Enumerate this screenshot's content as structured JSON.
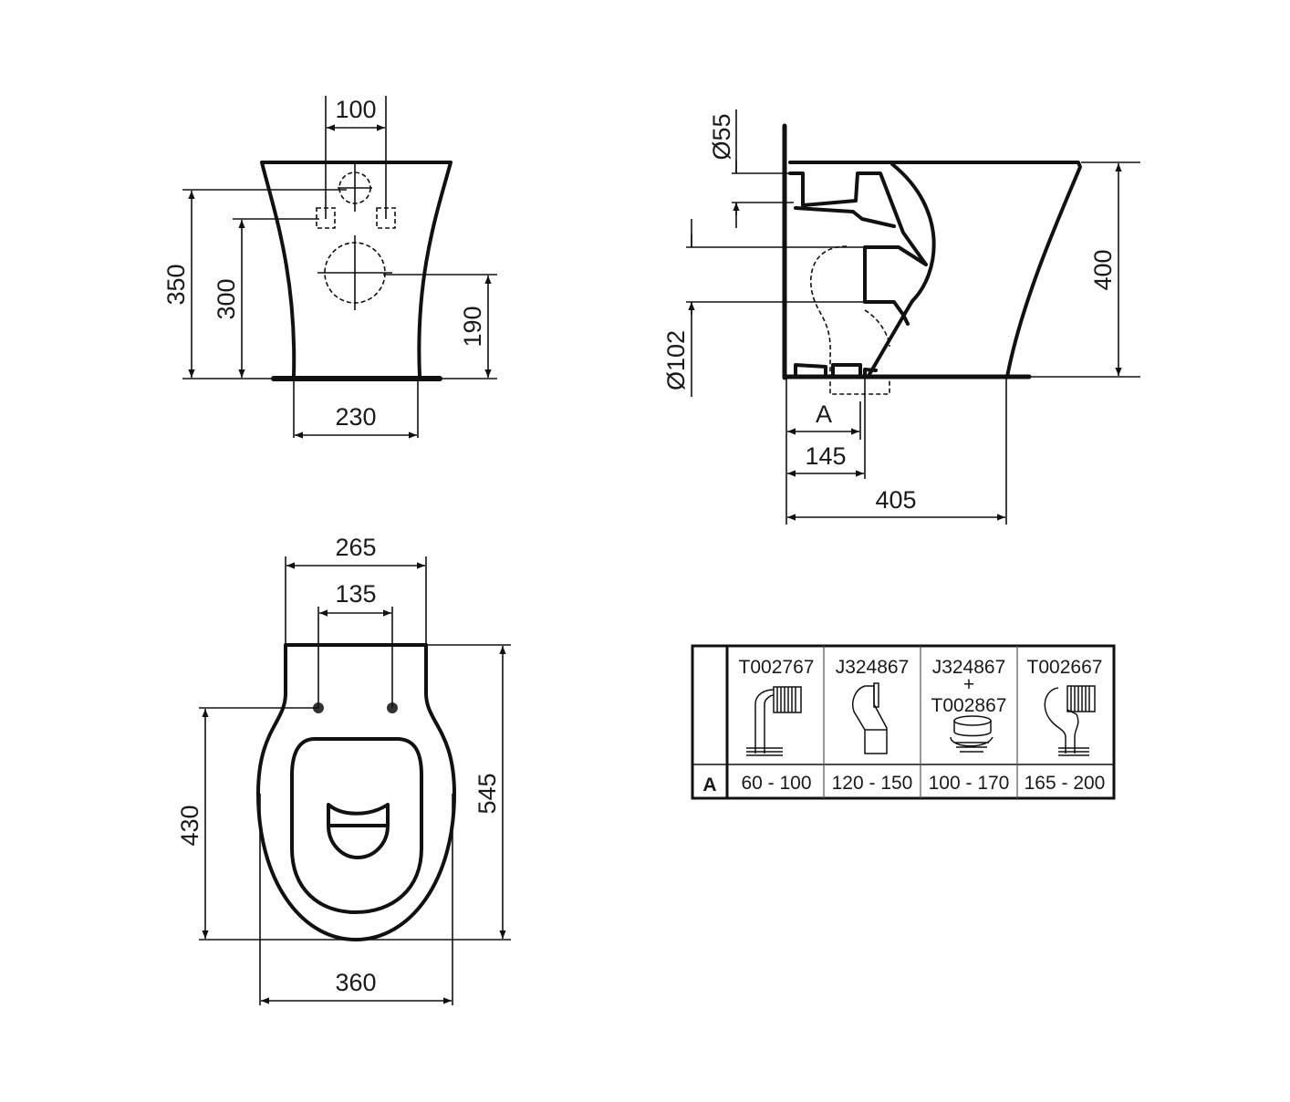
{
  "front_view": {
    "dims": {
      "d100": "100",
      "d350": "350",
      "d300": "300",
      "d190": "190",
      "d230": "230"
    }
  },
  "side_view": {
    "dims": {
      "d55": "Ø55",
      "d102": "Ø102",
      "d400": "400",
      "a": "A",
      "d145": "145",
      "d405": "405"
    }
  },
  "top_view": {
    "dims": {
      "d265": "265",
      "d135": "135",
      "d430": "430",
      "d545": "545",
      "d360": "360"
    }
  },
  "connector_table": {
    "row_label": "A",
    "columns": [
      {
        "code": "T002767",
        "code2": "",
        "plus": "",
        "range": "60 - 100",
        "icon": "elbow-bellows-pipe-icon"
      },
      {
        "code": "J324867",
        "code2": "",
        "plus": "",
        "range": "120 - 150",
        "icon": "offset-pipe-icon"
      },
      {
        "code": "J324867",
        "plus": "+",
        "code2": "T002867",
        "range": "100 - 170",
        "icon": "floor-adapter-icon"
      },
      {
        "code": "T002667",
        "code2": "",
        "plus": "",
        "range": "165 - 200",
        "icon": "s-trap-bellows-pipe-icon"
      }
    ]
  }
}
